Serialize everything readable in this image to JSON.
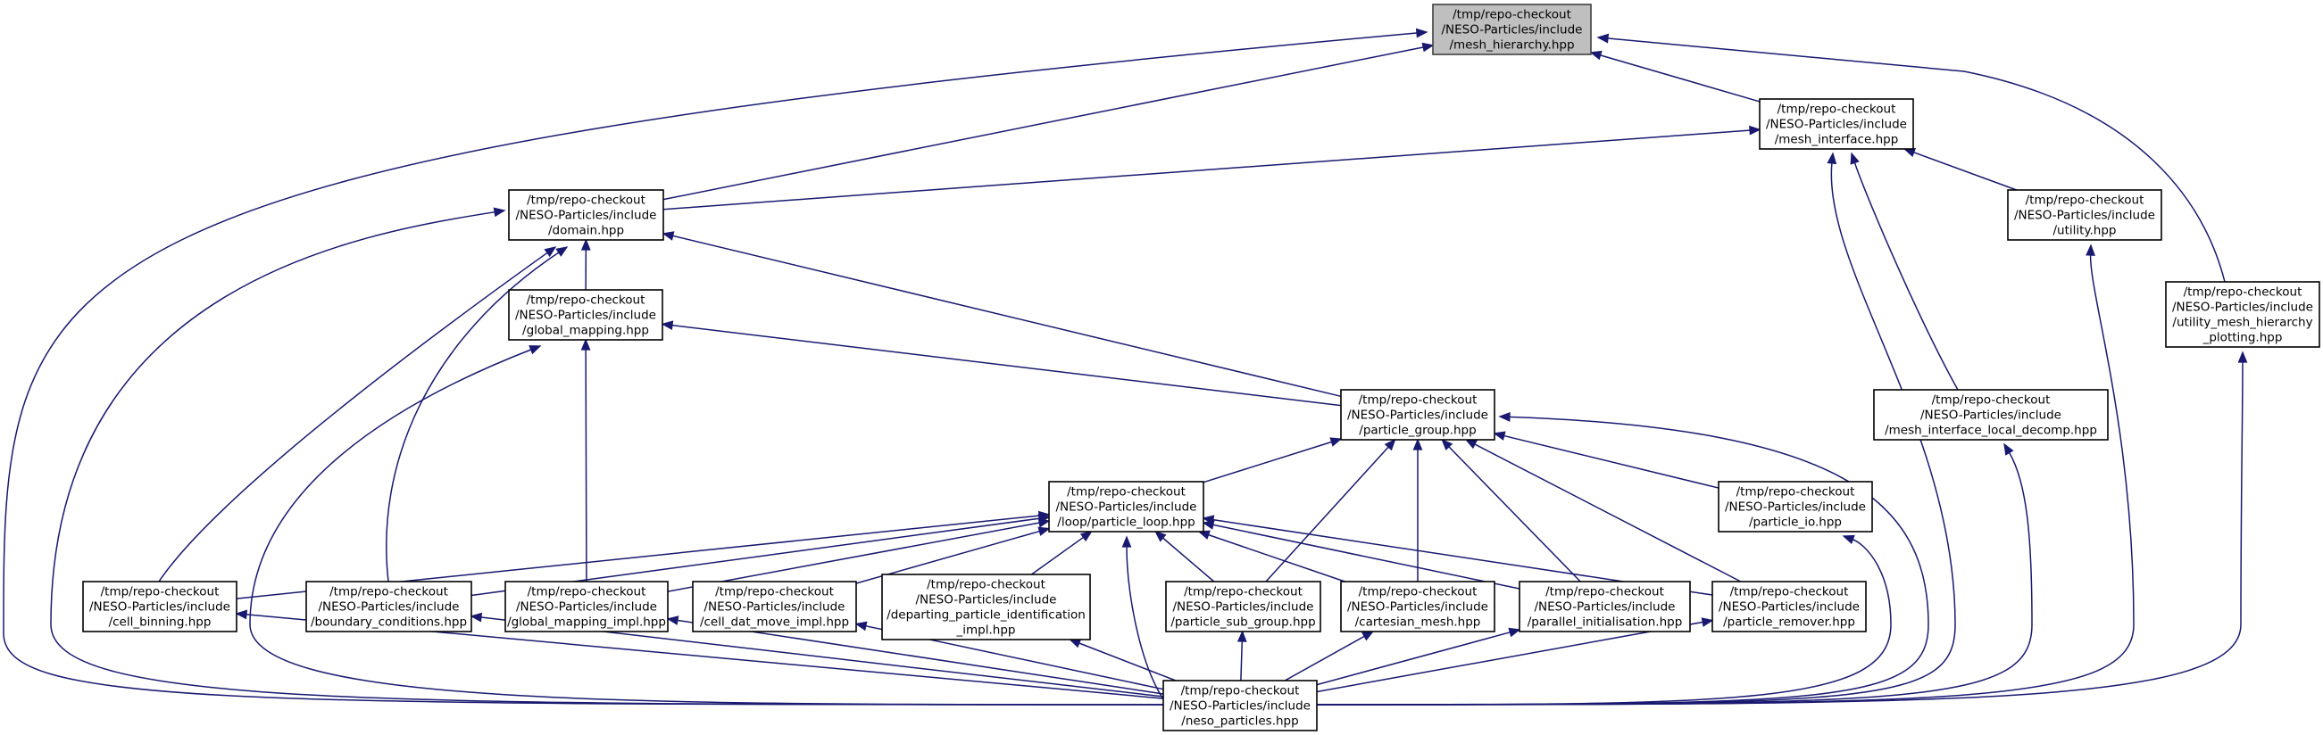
{
  "graph": {
    "nodes": [
      {
        "id": "mesh_hierarchy",
        "lines": [
          "/tmp/repo-checkout",
          "/NESO-Particles/include",
          "/mesh_hierarchy.hpp"
        ],
        "highlight": true
      },
      {
        "id": "mesh_interface",
        "lines": [
          "/tmp/repo-checkout",
          "/NESO-Particles/include",
          "/mesh_interface.hpp"
        ]
      },
      {
        "id": "domain",
        "lines": [
          "/tmp/repo-checkout",
          "/NESO-Particles/include",
          "/domain.hpp"
        ]
      },
      {
        "id": "utility",
        "lines": [
          "/tmp/repo-checkout",
          "/NESO-Particles/include",
          "/utility.hpp"
        ]
      },
      {
        "id": "utility_mesh_hierarchy_plotting",
        "lines": [
          "/tmp/repo-checkout",
          "/NESO-Particles/include",
          "/utility_mesh_hierarchy",
          "_plotting.hpp"
        ]
      },
      {
        "id": "global_mapping",
        "lines": [
          "/tmp/repo-checkout",
          "/NESO-Particles/include",
          "/global_mapping.hpp"
        ]
      },
      {
        "id": "particle_group",
        "lines": [
          "/tmp/repo-checkout",
          "/NESO-Particles/include",
          "/particle_group.hpp"
        ]
      },
      {
        "id": "mesh_interface_local_decomp",
        "lines": [
          "/tmp/repo-checkout",
          "/NESO-Particles/include",
          "/mesh_interface_local_decomp.hpp"
        ]
      },
      {
        "id": "particle_loop",
        "lines": [
          "/tmp/repo-checkout",
          "/NESO-Particles/include",
          "/loop/particle_loop.hpp"
        ]
      },
      {
        "id": "particle_io",
        "lines": [
          "/tmp/repo-checkout",
          "/NESO-Particles/include",
          "/particle_io.hpp"
        ]
      },
      {
        "id": "cell_binning",
        "lines": [
          "/tmp/repo-checkout",
          "/NESO-Particles/include",
          "/cell_binning.hpp"
        ]
      },
      {
        "id": "boundary_conditions",
        "lines": [
          "/tmp/repo-checkout",
          "/NESO-Particles/include",
          "/boundary_conditions.hpp"
        ]
      },
      {
        "id": "global_mapping_impl",
        "lines": [
          "/tmp/repo-checkout",
          "/NESO-Particles/include",
          "/global_mapping_impl.hpp"
        ]
      },
      {
        "id": "cell_dat_move_impl",
        "lines": [
          "/tmp/repo-checkout",
          "/NESO-Particles/include",
          "/cell_dat_move_impl.hpp"
        ]
      },
      {
        "id": "departing_particle_identification_impl",
        "lines": [
          "/tmp/repo-checkout",
          "/NESO-Particles/include",
          "/departing_particle_identification",
          "_impl.hpp"
        ]
      },
      {
        "id": "particle_sub_group",
        "lines": [
          "/tmp/repo-checkout",
          "/NESO-Particles/include",
          "/particle_sub_group.hpp"
        ]
      },
      {
        "id": "cartesian_mesh",
        "lines": [
          "/tmp/repo-checkout",
          "/NESO-Particles/include",
          "/cartesian_mesh.hpp"
        ]
      },
      {
        "id": "parallel_initialisation",
        "lines": [
          "/tmp/repo-checkout",
          "/NESO-Particles/include",
          "/parallel_initialisation.hpp"
        ]
      },
      {
        "id": "particle_remover",
        "lines": [
          "/tmp/repo-checkout",
          "/NESO-Particles/include",
          "/particle_remover.hpp"
        ]
      },
      {
        "id": "neso_particles",
        "lines": [
          "/tmp/repo-checkout",
          "/NESO-Particles/include",
          "/neso_particles.hpp"
        ]
      }
    ],
    "edges": [
      {
        "from": "mesh_interface",
        "to": "mesh_hierarchy"
      },
      {
        "from": "domain",
        "to": "mesh_hierarchy"
      },
      {
        "from": "utility_mesh_hierarchy_plotting",
        "to": "mesh_hierarchy"
      },
      {
        "from": "neso_particles",
        "to": "mesh_hierarchy"
      },
      {
        "from": "domain",
        "to": "mesh_interface"
      },
      {
        "from": "utility",
        "to": "mesh_interface"
      },
      {
        "from": "mesh_interface_local_decomp",
        "to": "mesh_interface"
      },
      {
        "from": "neso_particles",
        "to": "mesh_interface"
      },
      {
        "from": "global_mapping",
        "to": "domain"
      },
      {
        "from": "particle_group",
        "to": "domain"
      },
      {
        "from": "cell_binning",
        "to": "domain"
      },
      {
        "from": "boundary_conditions",
        "to": "domain"
      },
      {
        "from": "neso_particles",
        "to": "domain"
      },
      {
        "from": "particle_group",
        "to": "global_mapping"
      },
      {
        "from": "global_mapping_impl",
        "to": "global_mapping"
      },
      {
        "from": "neso_particles",
        "to": "global_mapping"
      },
      {
        "from": "particle_loop",
        "to": "particle_group"
      },
      {
        "from": "particle_io",
        "to": "particle_group"
      },
      {
        "from": "particle_sub_group",
        "to": "particle_group"
      },
      {
        "from": "cartesian_mesh",
        "to": "particle_group"
      },
      {
        "from": "parallel_initialisation",
        "to": "particle_group"
      },
      {
        "from": "particle_remover",
        "to": "particle_group"
      },
      {
        "from": "neso_particles",
        "to": "particle_group"
      },
      {
        "from": "cell_binning",
        "to": "particle_loop"
      },
      {
        "from": "boundary_conditions",
        "to": "particle_loop"
      },
      {
        "from": "global_mapping_impl",
        "to": "particle_loop"
      },
      {
        "from": "cell_dat_move_impl",
        "to": "particle_loop"
      },
      {
        "from": "departing_particle_identification_impl",
        "to": "particle_loop"
      },
      {
        "from": "particle_sub_group",
        "to": "particle_loop"
      },
      {
        "from": "cartesian_mesh",
        "to": "particle_loop"
      },
      {
        "from": "parallel_initialisation",
        "to": "particle_loop"
      },
      {
        "from": "particle_remover",
        "to": "particle_loop"
      },
      {
        "from": "neso_particles",
        "to": "particle_loop"
      },
      {
        "from": "neso_particles",
        "to": "particle_io"
      },
      {
        "from": "neso_particles",
        "to": "utility"
      },
      {
        "from": "neso_particles",
        "to": "mesh_interface_local_decomp"
      },
      {
        "from": "neso_particles",
        "to": "utility_mesh_hierarchy_plotting"
      },
      {
        "from": "neso_particles",
        "to": "cell_binning"
      },
      {
        "from": "neso_particles",
        "to": "boundary_conditions"
      },
      {
        "from": "neso_particles",
        "to": "global_mapping_impl"
      },
      {
        "from": "neso_particles",
        "to": "cell_dat_move_impl"
      },
      {
        "from": "neso_particles",
        "to": "departing_particle_identification_impl"
      },
      {
        "from": "neso_particles",
        "to": "particle_sub_group"
      },
      {
        "from": "neso_particles",
        "to": "cartesian_mesh"
      },
      {
        "from": "neso_particles",
        "to": "parallel_initialisation"
      },
      {
        "from": "neso_particles",
        "to": "particle_remover"
      }
    ]
  }
}
